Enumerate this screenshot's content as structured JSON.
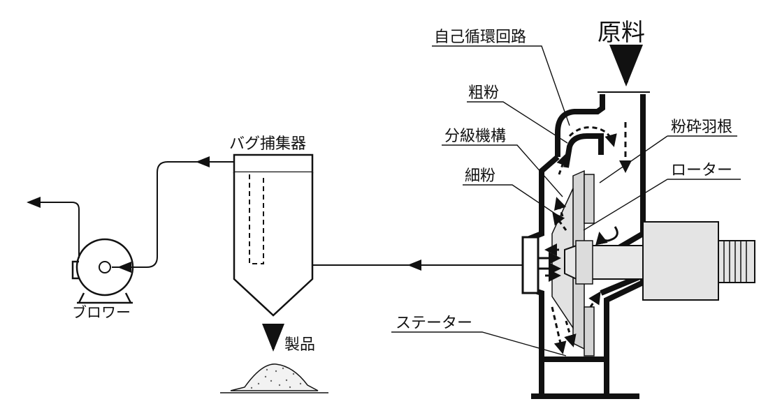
{
  "labels": {
    "raw_material": "原料",
    "self_circulation": "自己循環回路",
    "coarse_powder": "粗粉",
    "classifier": "分級機構",
    "fine_powder": "細粉",
    "grinding_blade": "粉砕羽根",
    "rotor": "ローター",
    "stator": "ステーター",
    "bag_collector": "バグ捕集器",
    "blower": "ブロワー",
    "product": "製品"
  }
}
